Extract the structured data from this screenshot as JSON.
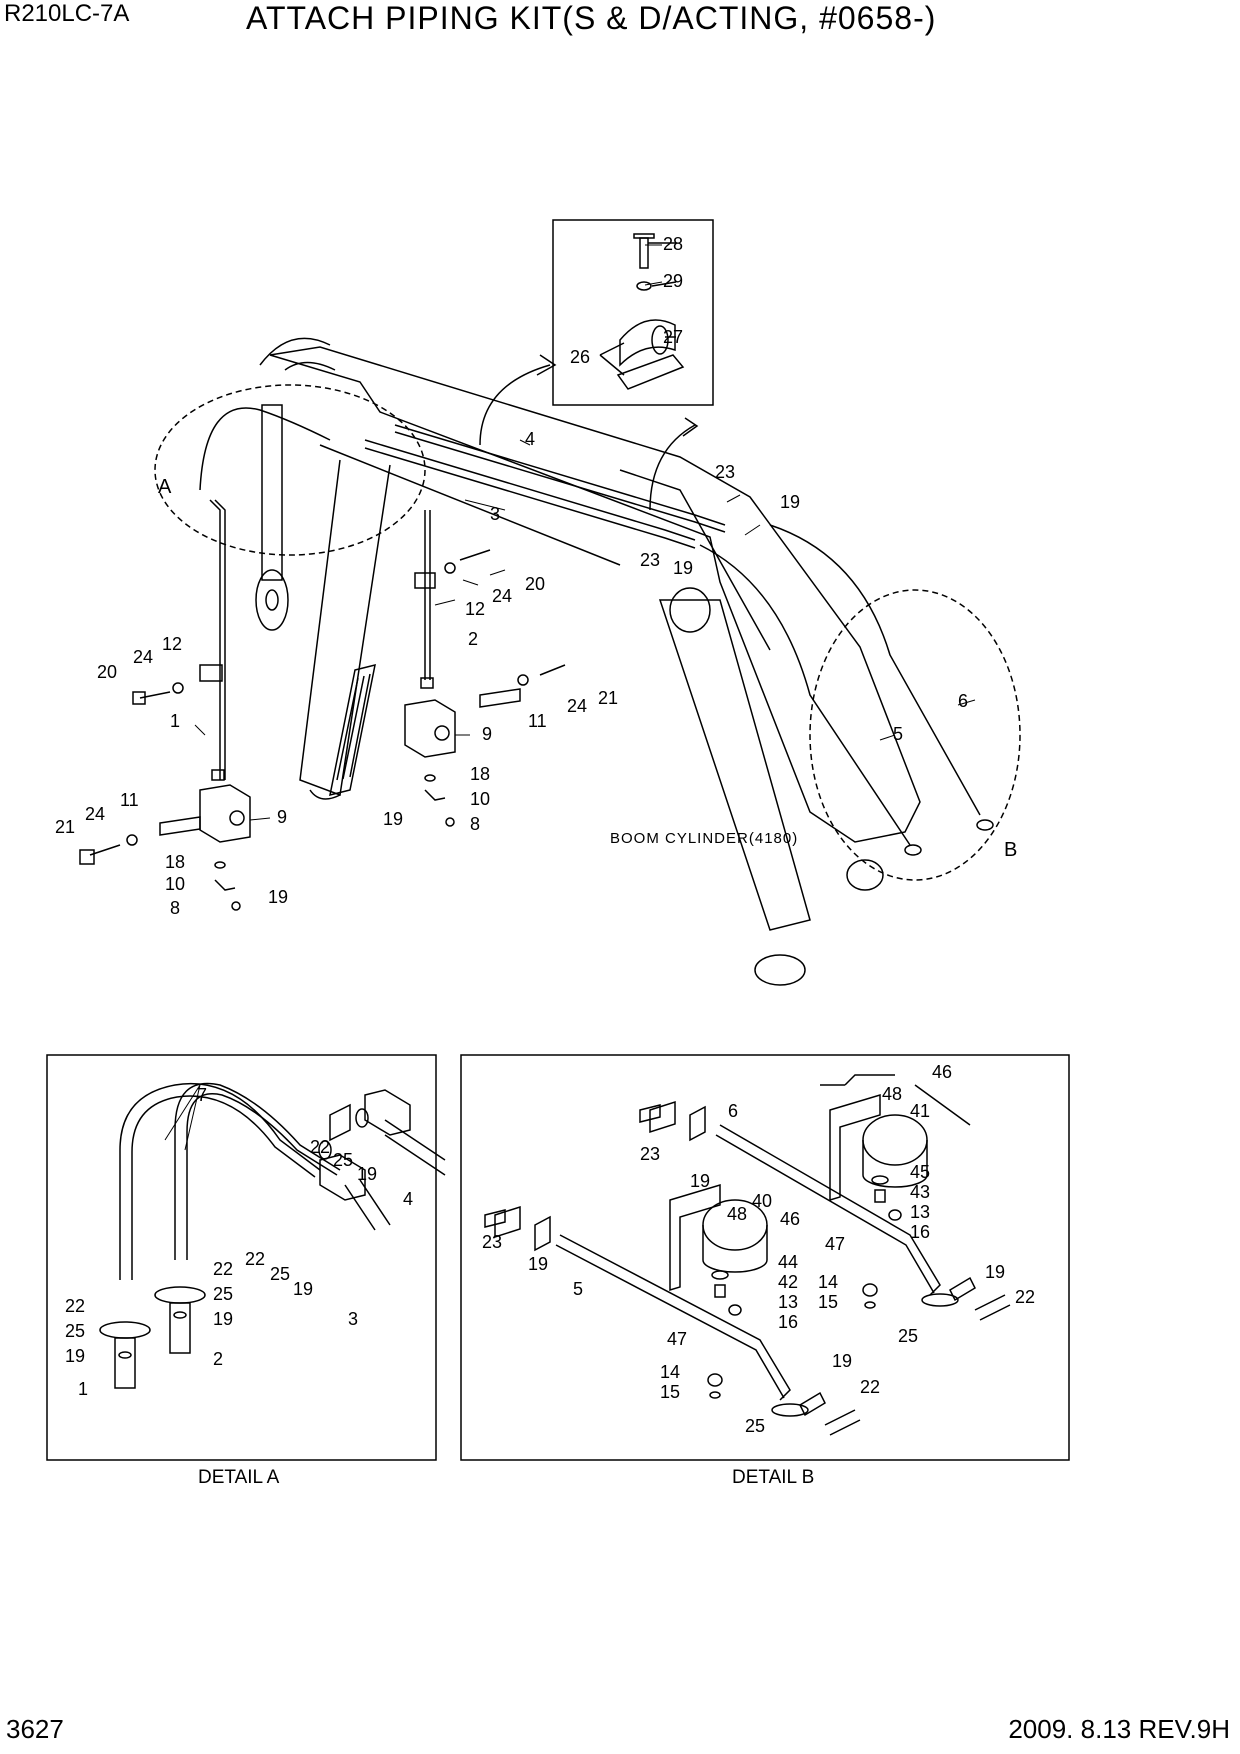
{
  "header": {
    "model": "R210LC-7A",
    "title": "ATTACH PIPING KIT(S & D/ACTING, #0658-)"
  },
  "footer": {
    "page_number": "3627",
    "revision": "2009. 8.13  REV.9H"
  },
  "main_view": {
    "boom_cylinder_label": "BOOM CYLINDER(4180)",
    "detail_markers": {
      "a": "A",
      "b": "B"
    },
    "callouts": [
      "28",
      "29",
      "27",
      "26",
      "4",
      "3",
      "23",
      "19",
      "23",
      "19",
      "20",
      "24",
      "12",
      "2",
      "12",
      "24",
      "20",
      "1",
      "21",
      "24",
      "11",
      "9",
      "18",
      "10",
      "19",
      "8",
      "11",
      "24",
      "21",
      "9",
      "18",
      "10",
      "19",
      "8",
      "6",
      "5"
    ]
  },
  "detail_a": {
    "caption": "DETAIL A",
    "callouts": [
      "7",
      "22",
      "25",
      "19",
      "4",
      "22",
      "25",
      "19",
      "3",
      "22",
      "25",
      "19",
      "2",
      "22",
      "25",
      "19",
      "1"
    ]
  },
  "detail_b": {
    "caption": "DETAIL B",
    "callouts": [
      "46",
      "48",
      "41",
      "6",
      "23",
      "19",
      "45",
      "43",
      "13",
      "16",
      "48",
      "40",
      "46",
      "23",
      "19",
      "5",
      "44",
      "42",
      "13",
      "16",
      "47",
      "14",
      "15",
      "47",
      "14",
      "15",
      "19",
      "22",
      "25",
      "19",
      "22",
      "25"
    ]
  },
  "colors": {
    "line": "#000000",
    "background": "#ffffff"
  }
}
